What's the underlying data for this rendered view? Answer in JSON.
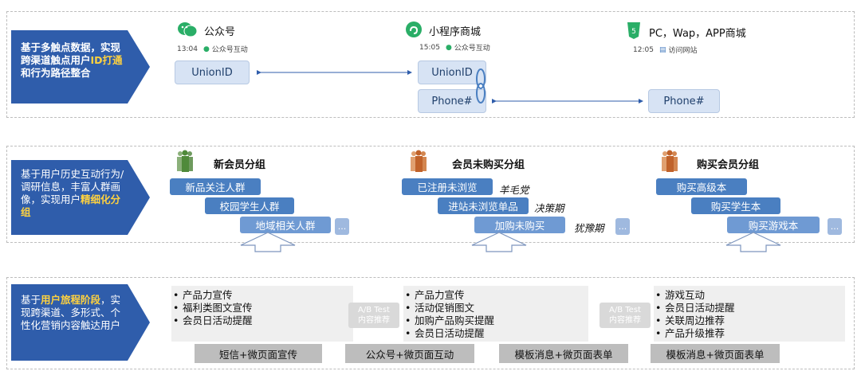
{
  "row1": {
    "arrow_text_parts": [
      "基于多触点数据，实现跨渠道触点用户",
      "ID打通",
      "和行为路径整合"
    ],
    "channels": [
      {
        "name": "公众号",
        "time": "13:04",
        "sub": "公众号互动",
        "icon": "wechat-icon"
      },
      {
        "name": "小程序商城",
        "time": "15:05",
        "sub": "公众号互动",
        "icon": "mini-program-icon"
      },
      {
        "name": "PC，Wap，APP商城",
        "time": "12:05",
        "sub": "访问网站",
        "icon": "html5-icon"
      }
    ],
    "ids": {
      "unionid_left": "UnionID",
      "unionid_mid": "UnionID",
      "phone_mid": "Phone#",
      "phone_right": "Phone#"
    }
  },
  "row2": {
    "arrow_text_parts": [
      "基于用户历史互动行为/调研信息，丰富人群画像，实现用户",
      "精细化分组"
    ],
    "groups": [
      {
        "title": "新会员分组",
        "chips": [
          "新品关注人群",
          "校园学生人群",
          "地域相关人群"
        ],
        "notes": []
      },
      {
        "title": "会员未购买分组",
        "chips": [
          "已注册未浏览",
          "进站未浏览单品",
          "加购未购买"
        ],
        "notes": [
          "羊毛党",
          "决策期",
          "犹豫期"
        ]
      },
      {
        "title": "购买会员分组",
        "chips": [
          "购买高级本",
          "购买学生本",
          "购买游戏本"
        ],
        "notes": []
      }
    ],
    "more": "..."
  },
  "row3": {
    "arrow_text_parts": [
      "基于",
      "用户旅程阶段",
      "，实现跨渠道、多形式、个性化营销内容触达用户"
    ],
    "boxes": [
      [
        "产品力宣传",
        "福利类图文宣传",
        "会员日活动提醒"
      ],
      [
        "产品力宣传",
        "活动促销图文",
        "加购产品购买提醒",
        "会员日活动提醒"
      ],
      [
        "游戏互动",
        "会员日活动提醒",
        "关联周边推荐",
        "产品升级推荐"
      ]
    ],
    "ab_test": {
      "line1": "A/B Test",
      "line2": "内容推荐"
    },
    "channels": [
      "短信+微页面宣传",
      "公众号+微页面互动",
      "模板消息+微页面表单",
      "模板消息+微页面表单"
    ]
  },
  "colors": {
    "arrow": "#2f5dab",
    "chip": "#4a7fc1",
    "highlight": "#ffd23f"
  }
}
